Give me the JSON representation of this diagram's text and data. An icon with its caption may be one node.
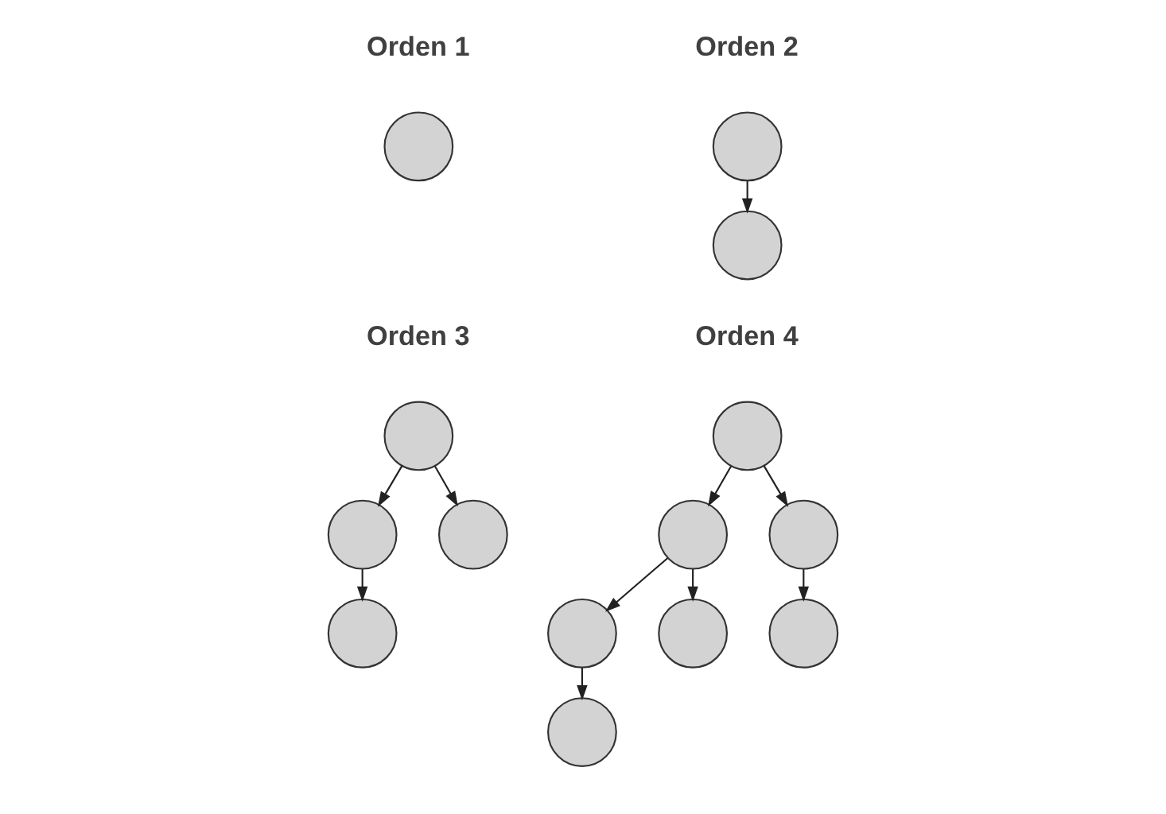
{
  "diagram": {
    "nodes": [
      {
        "text": [],
        "shape": "circle"
      },
      {
        "text": [],
        "shape": "circle"
      },
      {
        "text": [],
        "shape": "circle"
      },
      {
        "text": [],
        "shape": "circle"
      },
      {
        "text": [],
        "shape": "circle"
      },
      {
        "text": [],
        "shape": "circle"
      },
      {
        "text": [],
        "shape": "circle"
      },
      {
        "text": [],
        "shape": "circle"
      },
      {
        "text": [],
        "shape": "circle"
      },
      {
        "text": [],
        "shape": "circle"
      },
      {
        "text": [],
        "shape": "circle"
      },
      {
        "text": [],
        "shape": "circle"
      },
      {
        "text": [],
        "shape": "circle"
      },
      {
        "text": [],
        "shape": "circle"
      }
    ],
    "edges": [
      {
        "from": 1,
        "to": 2,
        "arrow": "to"
      },
      {
        "from": 3,
        "to": 4,
        "arrow": "to"
      },
      {
        "from": 3,
        "to": 5,
        "arrow": "to"
      },
      {
        "from": 4,
        "to": 6,
        "arrow": "to"
      },
      {
        "from": 7,
        "to": 8,
        "arrow": "to"
      },
      {
        "from": 7,
        "to": 9,
        "arrow": "to"
      },
      {
        "from": 8,
        "to": 10,
        "arrow": "to"
      },
      {
        "from": 8,
        "to": 11,
        "arrow": "to"
      },
      {
        "from": 9,
        "to": 12,
        "arrow": "to"
      },
      {
        "from": 10,
        "to": 13,
        "arrow": "to"
      }
    ],
    "labels": [
      "Orden 1",
      "Orden 2",
      "Orden 3",
      "Orden 4"
    ]
  }
}
